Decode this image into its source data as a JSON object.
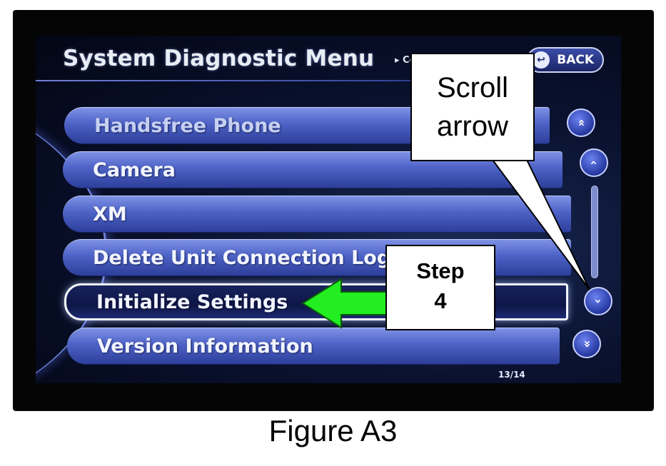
{
  "screen": {
    "title": "System Diagnostic Menu",
    "subtitle_fragment": "▸ Co",
    "back_label": "BACK",
    "page_counter": "13/14"
  },
  "menu": {
    "items": [
      {
        "label": "Handsfree Phone",
        "dim": true
      },
      {
        "label": "Camera"
      },
      {
        "label": "XM"
      },
      {
        "label": "Delete Unit Connection Log"
      },
      {
        "label": "Initialize Settings",
        "selected": true
      },
      {
        "label": "Version Information"
      }
    ]
  },
  "scroll": {
    "page_up_glyph": "«",
    "up_glyph": "‹",
    "down_glyph": "›",
    "page_down_glyph": "»"
  },
  "callouts": {
    "scroll_arrow_line1": "Scroll",
    "scroll_arrow_line2": "arrow",
    "step_line1": "Step",
    "step_line2": "4"
  },
  "caption": "Figure A3",
  "colors": {
    "selection_arrow": "#22ee22",
    "menu_item_blue": "#4d62c6",
    "display_background": "#0a1230"
  }
}
